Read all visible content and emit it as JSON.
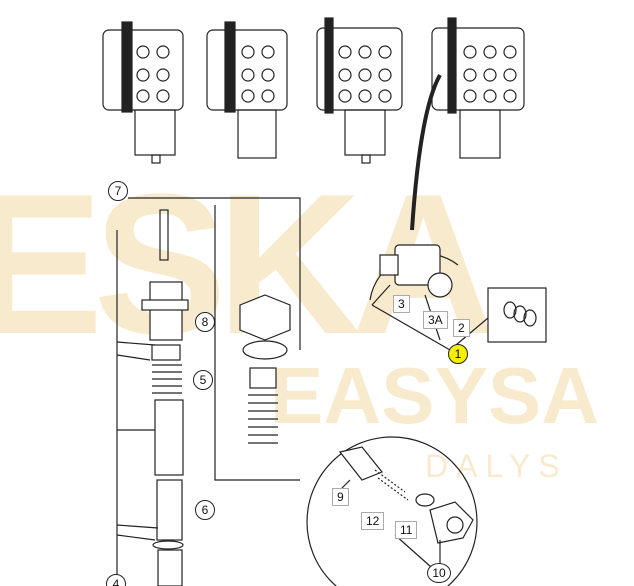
{
  "watermark": {
    "big": "ESKA",
    "mid": "EASYSA",
    "small": "DALYS"
  },
  "callouts": {
    "c1": "1",
    "c2": "2",
    "c3": "3",
    "c3a": "3A",
    "c4": "4",
    "c5": "5",
    "c6": "6",
    "c7": "7",
    "c8": "8",
    "c9": "9",
    "c10": "10",
    "c11": "11",
    "c12": "12"
  },
  "colors": {
    "highlight": "#f4ef00",
    "watermark": "#f3d9a6",
    "line": "#222222"
  }
}
